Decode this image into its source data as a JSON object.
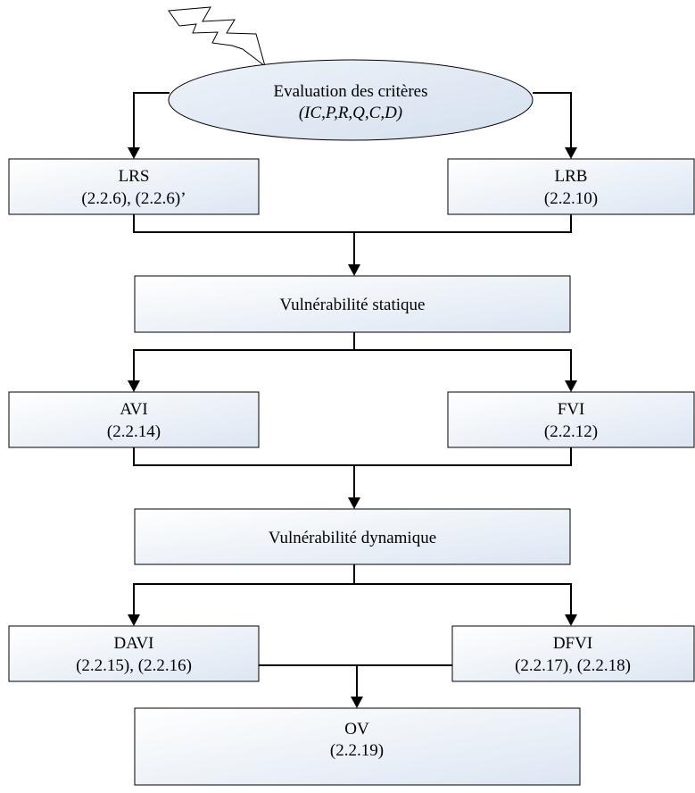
{
  "colors": {
    "box_fill_light": "#ffffff",
    "box_fill_shadow": "#dce6f2",
    "ellipse_fill": "#dce6f2",
    "stroke": "#000000"
  },
  "icons": {
    "lightning": "lightning-bolt-icon"
  },
  "criteria": {
    "title": "Evaluation des critères",
    "formula": "(IC,P,R,Q,C,D)"
  },
  "lrs": {
    "title": "LRS",
    "ref": "(2.2.6), (2.2.6)’"
  },
  "lrb": {
    "title": "LRB",
    "ref": "(2.2.10)"
  },
  "static_vuln": {
    "title": "Vulnérabilité statique"
  },
  "avi": {
    "title": "AVI",
    "ref": "(2.2.14)"
  },
  "fvi": {
    "title": "FVI",
    "ref": "(2.2.12)"
  },
  "dynamic_vuln": {
    "title": "Vulnérabilité dynamique"
  },
  "davi": {
    "title": "DAVI",
    "ref": "(2.2.15), (2.2.16)"
  },
  "dfvi": {
    "title": "DFVI",
    "ref": "(2.2.17), (2.2.18)"
  },
  "ov": {
    "title": "OV",
    "ref": "(2.2.19)"
  }
}
